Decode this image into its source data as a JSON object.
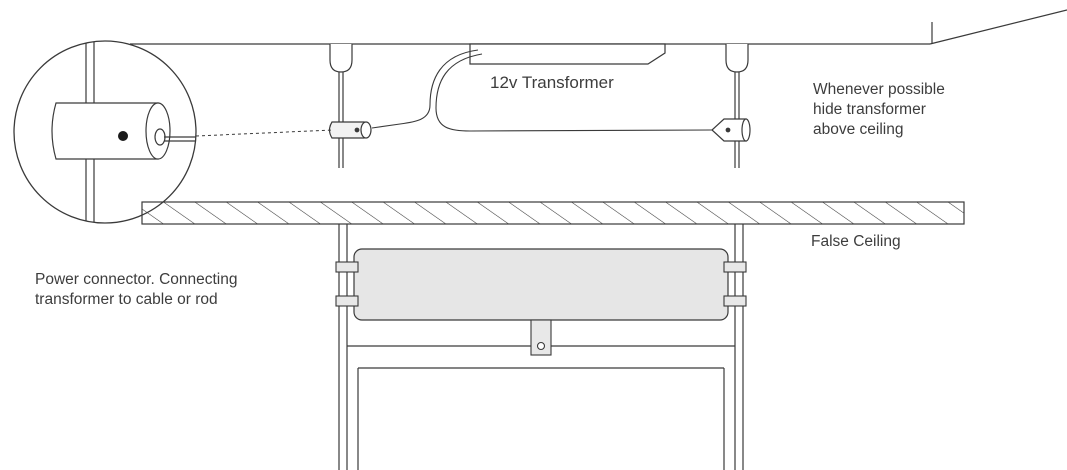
{
  "labels": {
    "transformer": "12v Transformer",
    "hide_note": [
      "Whenever possible",
      "hide transformer",
      "above ceiling"
    ],
    "false_ceiling": "False Ceiling",
    "power_connector": [
      "Power connector. Connecting",
      "transformer to cable or rod"
    ]
  },
  "colors": {
    "line": "#3a3a3a",
    "box_fill": "#e6e6e6",
    "connector_fill": "#f2f2f2",
    "text": "#3d3d3d"
  }
}
